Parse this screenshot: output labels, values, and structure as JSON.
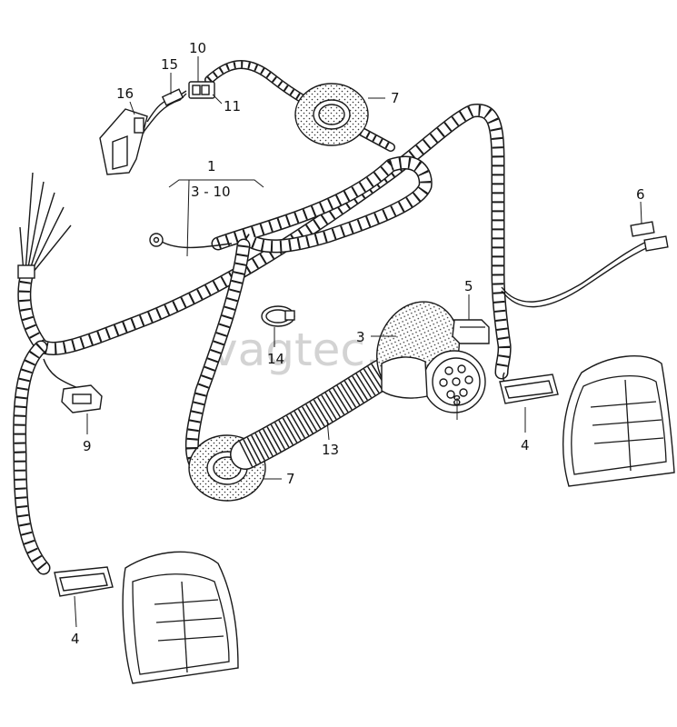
{
  "watermark": "vagtec.ru",
  "callouts": {
    "c1": "1",
    "c1_range": "3 - 10",
    "c3": "3",
    "c4_left": "4",
    "c4_right": "4",
    "c5": "5",
    "c6": "6",
    "c7_top": "7",
    "c7_bottom": "7",
    "c8": "8",
    "c9": "9",
    "c10": "10",
    "c11": "11",
    "c13": "13",
    "c14": "14",
    "c15": "15",
    "c16": "16"
  }
}
